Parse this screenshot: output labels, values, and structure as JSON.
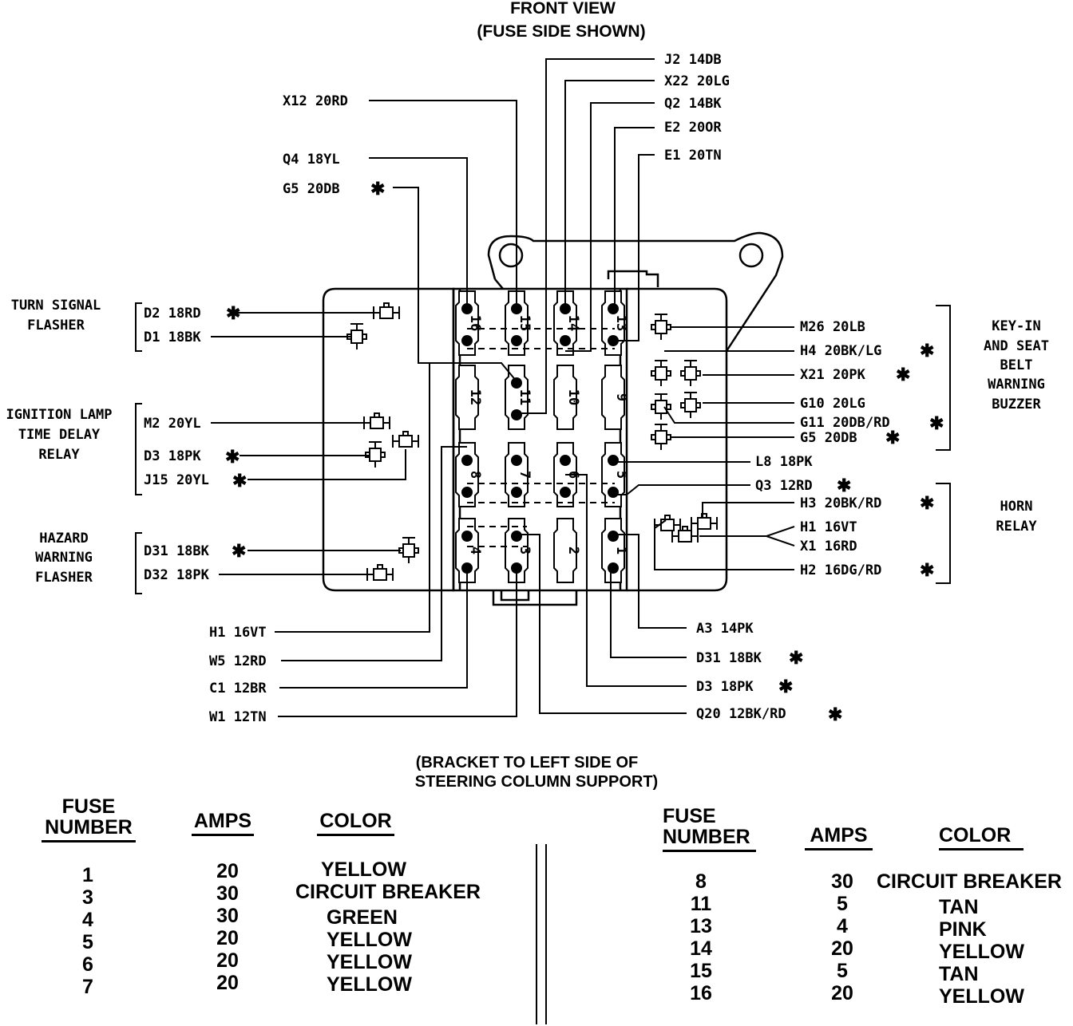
{
  "title": {
    "line1": "FRONT VIEW",
    "line2": "(FUSE SIDE SHOWN)"
  },
  "bracket_note": {
    "line1": "(BRACKET TO LEFT SIDE OF",
    "line2": "STEERING COLUMN SUPPORT)"
  },
  "groups": {
    "turn_signal": {
      "line1": "TURN SIGNAL",
      "line2": "FLASHER"
    },
    "ignition_lamp": {
      "line1": "IGNITION LAMP",
      "line2": "TIME DELAY",
      "line3": "RELAY"
    },
    "hazard": {
      "line1": "HAZARD",
      "line2": "WARNING",
      "line3": "FLASHER"
    },
    "keyin": {
      "line1": "KEY-IN",
      "line2": "AND SEAT",
      "line3": "BELT",
      "line4": "WARNING",
      "line5": "BUZZER"
    },
    "horn": {
      "line1": "HORN",
      "line2": "RELAY"
    }
  },
  "wires": {
    "j2": "J2 14DB",
    "x22": "X22 20LG",
    "q2": "Q2 14BK",
    "e2": "E2 20OR",
    "e1": "E1 20TN",
    "x12": "X12 20RD",
    "q4": "Q4 18YL",
    "g5_top": "G5 20DB",
    "d2": "D2 18RD",
    "d1": "D1 18BK",
    "m2": "M2 20YL",
    "d3_left": "D3 18PK",
    "j15": "J15 20YL",
    "d31_left": "D31 18BK",
    "d32": "D32 18PK",
    "m26": "M26 20LB",
    "h4": "H4 20BK/LG",
    "x21": "X21 20PK",
    "g10": "G10 20LG",
    "g11": "G11 20DB/RD",
    "g5_right": "G5 20DB",
    "l8": "L8 18PK",
    "q3": "Q3 12RD",
    "h3": "H3 20BK/RD",
    "h1_right": "H1 16VT",
    "x1": "X1 16RD",
    "h2": "H2 16DG/RD",
    "h1_bottom": "H1 16VT",
    "w5": "W5 12RD",
    "c1": "C1 12BR",
    "w1": "W1 12TN",
    "a3": "A3 14PK",
    "d31_bottom": "D31 18BK",
    "d3_bottom": "D3 18PK",
    "q20": "Q20 12BK/RD"
  },
  "star": "✱",
  "fuse_numbers": {
    "f1": "1",
    "f2": "2",
    "f3": "3",
    "f4": "4",
    "f5": "5",
    "f6": "6",
    "f7": "7",
    "f8": "8",
    "f9": "9",
    "f10": "10",
    "f11": "11",
    "f12": "12",
    "f13": "13",
    "f14": "14",
    "f15": "15",
    "f16": "16"
  },
  "left_table": {
    "header_fuse_1": "FUSE",
    "header_fuse_2": "NUMBER",
    "header_amps": "AMPS",
    "header_color": "COLOR",
    "rows": [
      {
        "fuse": "1",
        "amps": "20",
        "color": "YELLOW"
      },
      {
        "fuse": "3",
        "amps": "30",
        "color": "CIRCUIT BREAKER"
      },
      {
        "fuse": "4",
        "amps": "30",
        "color": "GREEN"
      },
      {
        "fuse": "5",
        "amps": "20",
        "color": "YELLOW"
      },
      {
        "fuse": "6",
        "amps": "20",
        "color": "YELLOW"
      },
      {
        "fuse": "7",
        "amps": "20",
        "color": "YELLOW"
      }
    ]
  },
  "right_table": {
    "header_fuse_1": "FUSE",
    "header_fuse_2": "NUMBER",
    "header_amps": "AMPS",
    "header_color": "COLOR",
    "rows": [
      {
        "fuse": "8",
        "amps": "30",
        "color": "CIRCUIT BREAKER"
      },
      {
        "fuse": "11",
        "amps": "5",
        "color": "TAN"
      },
      {
        "fuse": "13",
        "amps": "4",
        "color": "PINK"
      },
      {
        "fuse": "14",
        "amps": "20",
        "color": "YELLOW"
      },
      {
        "fuse": "15",
        "amps": "5",
        "color": "TAN"
      },
      {
        "fuse": "16",
        "amps": "20",
        "color": "YELLOW"
      }
    ]
  }
}
